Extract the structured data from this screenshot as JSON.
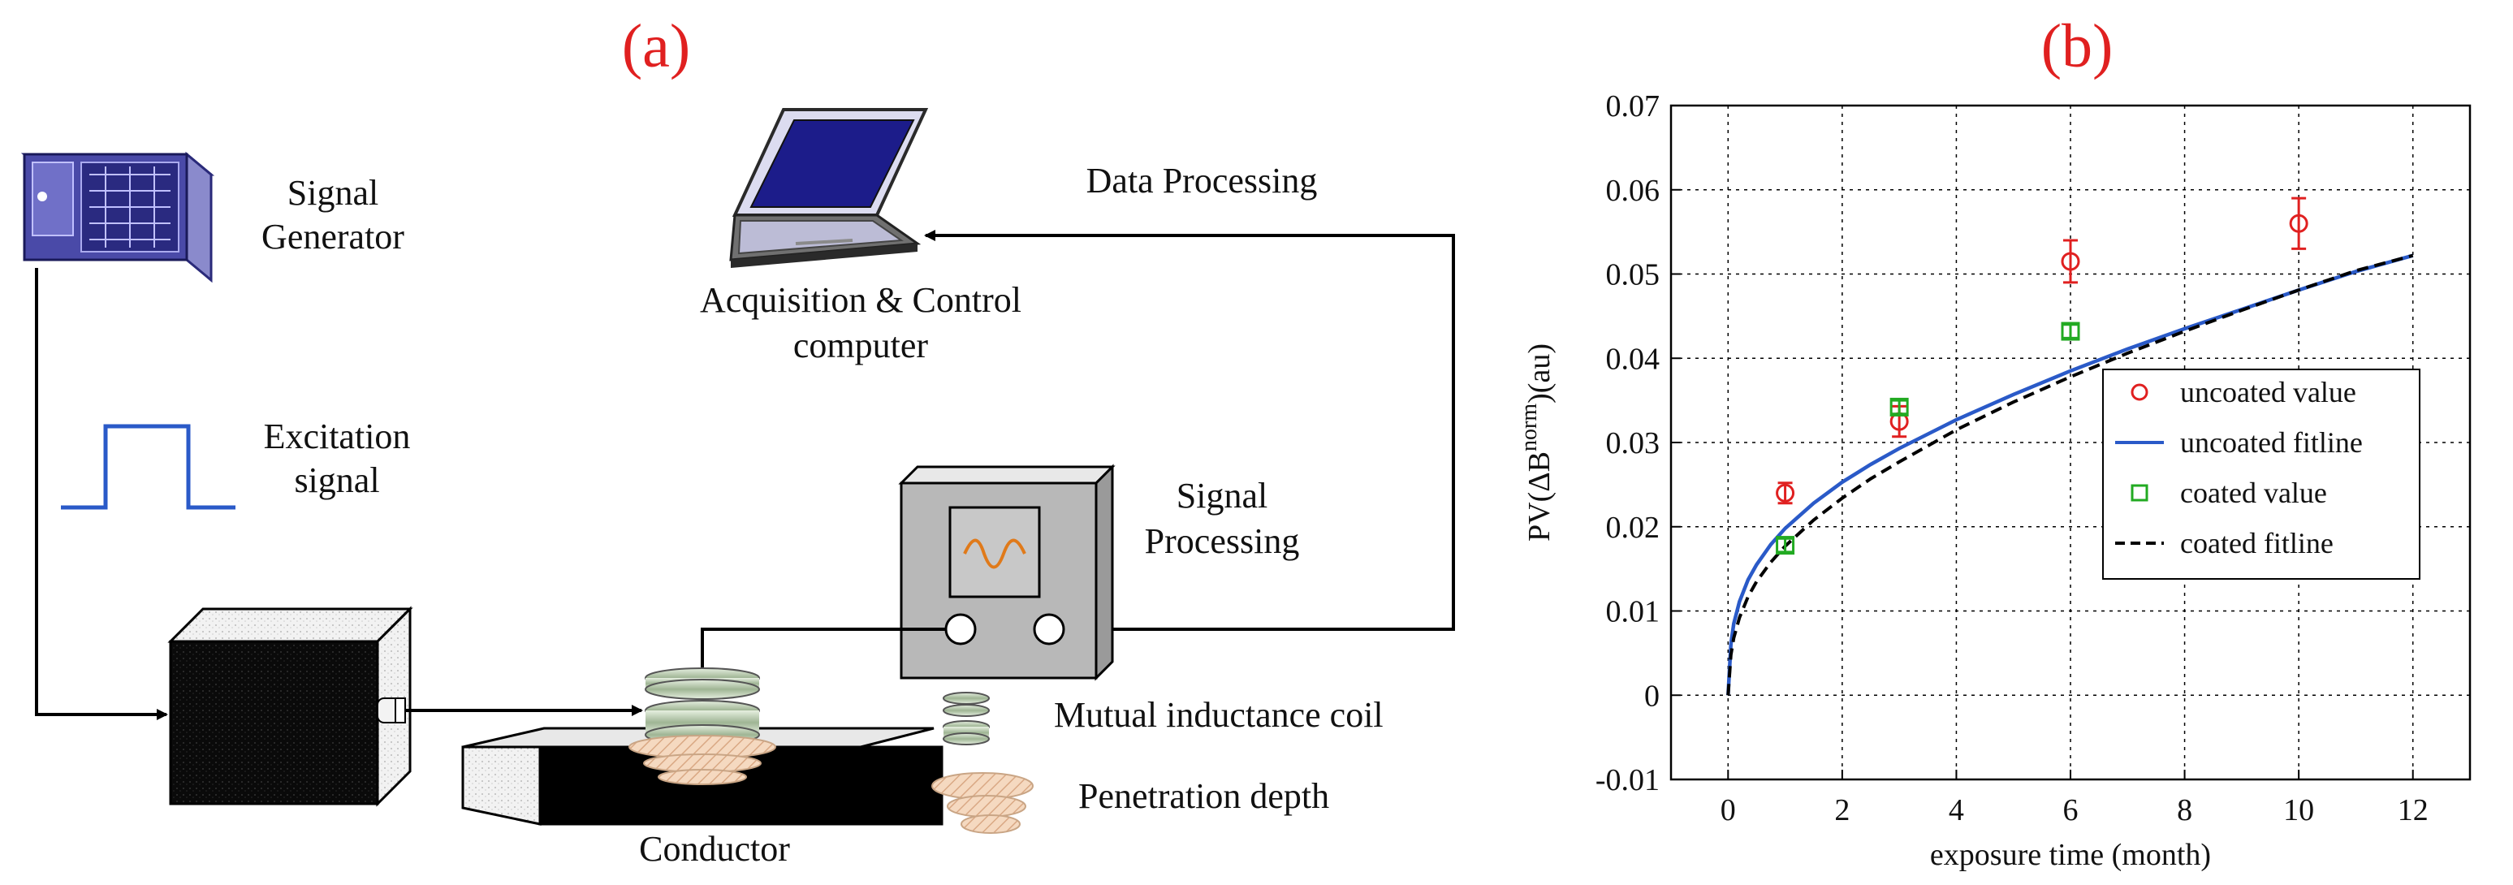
{
  "panels": {
    "a": "(a)",
    "b": "(b)"
  },
  "diagram": {
    "signal_generator": "Signal Generator",
    "excitation_signal": "Excitation signal",
    "acquisition_computer": "Acquisition & Control computer",
    "data_processing": "Data Processing",
    "signal_processing": "Signal Processing",
    "mutual_inductance_coil": "Mutual inductance coil",
    "penetration_depth": "Penetration depth",
    "conductor": "Conductor"
  },
  "colors": {
    "red": "#e02020",
    "blue": "#2a5ac8",
    "green": "#22aa22",
    "black": "#000000"
  },
  "chart_data": {
    "type": "line",
    "title": "",
    "xlabel": "exposure time (month)",
    "ylabel": "PV(ΔB",
    "ylabel_sup": "norm",
    "ylabel_tail": ")(au)",
    "xlim": [
      -1,
      13
    ],
    "ylim": [
      -0.01,
      0.07
    ],
    "xticks": [
      0,
      2,
      4,
      6,
      8,
      10,
      12
    ],
    "yticks": [
      -0.01,
      0,
      0.01,
      0.02,
      0.03,
      0.04,
      0.05,
      0.06,
      0.07
    ],
    "xtick_labels": [
      "0",
      "2",
      "4",
      "6",
      "8",
      "10",
      "12"
    ],
    "ytick_labels": [
      "-0.01",
      "0",
      "0.01",
      "0.02",
      "0.03",
      "0.04",
      "0.05",
      "0.06",
      "0.07"
    ],
    "grid": true,
    "legend_position": "center-right",
    "series": [
      {
        "name": "uncoated value",
        "kind": "scatter",
        "marker": "circle",
        "color": "#e02020",
        "x": [
          1,
          3,
          6,
          10
        ],
        "y": [
          0.024,
          0.0325,
          0.0515,
          0.056
        ],
        "err": [
          0.0012,
          0.0018,
          0.0025,
          0.003
        ]
      },
      {
        "name": "uncoated fitline",
        "kind": "line",
        "style": "solid",
        "color": "#2a5ac8",
        "x": [
          0,
          0.05,
          0.1,
          0.2,
          0.35,
          0.5,
          0.75,
          1,
          1.5,
          2,
          2.5,
          3,
          4,
          5,
          6,
          7,
          8,
          9,
          10,
          11,
          12
        ],
        "y": [
          0,
          0.0061,
          0.0085,
          0.0111,
          0.0137,
          0.0155,
          0.0179,
          0.0198,
          0.0228,
          0.0253,
          0.0274,
          0.0293,
          0.0327,
          0.0357,
          0.0385,
          0.0411,
          0.0435,
          0.0458,
          0.0481,
          0.0503,
          0.0522
        ],
        "note_y_offset": 0
      },
      {
        "name": "coated value",
        "kind": "scatter",
        "marker": "square",
        "color": "#22aa22",
        "x": [
          1,
          3,
          6
        ],
        "y": [
          0.0178,
          0.0342,
          0.0432
        ],
        "err": [
          0.0008,
          0.0008,
          0.0008
        ]
      },
      {
        "name": "coated fitline",
        "kind": "line",
        "style": "dashed",
        "color": "#000000",
        "x": [
          0,
          0.05,
          0.1,
          0.2,
          0.35,
          0.5,
          0.75,
          1,
          1.5,
          2,
          2.5,
          3,
          4,
          5,
          6,
          7,
          8,
          9,
          10,
          11,
          12
        ],
        "y": [
          0,
          0.0048,
          0.0068,
          0.0092,
          0.0117,
          0.0135,
          0.0158,
          0.0177,
          0.0208,
          0.0234,
          0.0257,
          0.0277,
          0.0315,
          0.0348,
          0.0378,
          0.0406,
          0.0432,
          0.0457,
          0.0481,
          0.0504,
          0.0522
        ]
      }
    ]
  }
}
